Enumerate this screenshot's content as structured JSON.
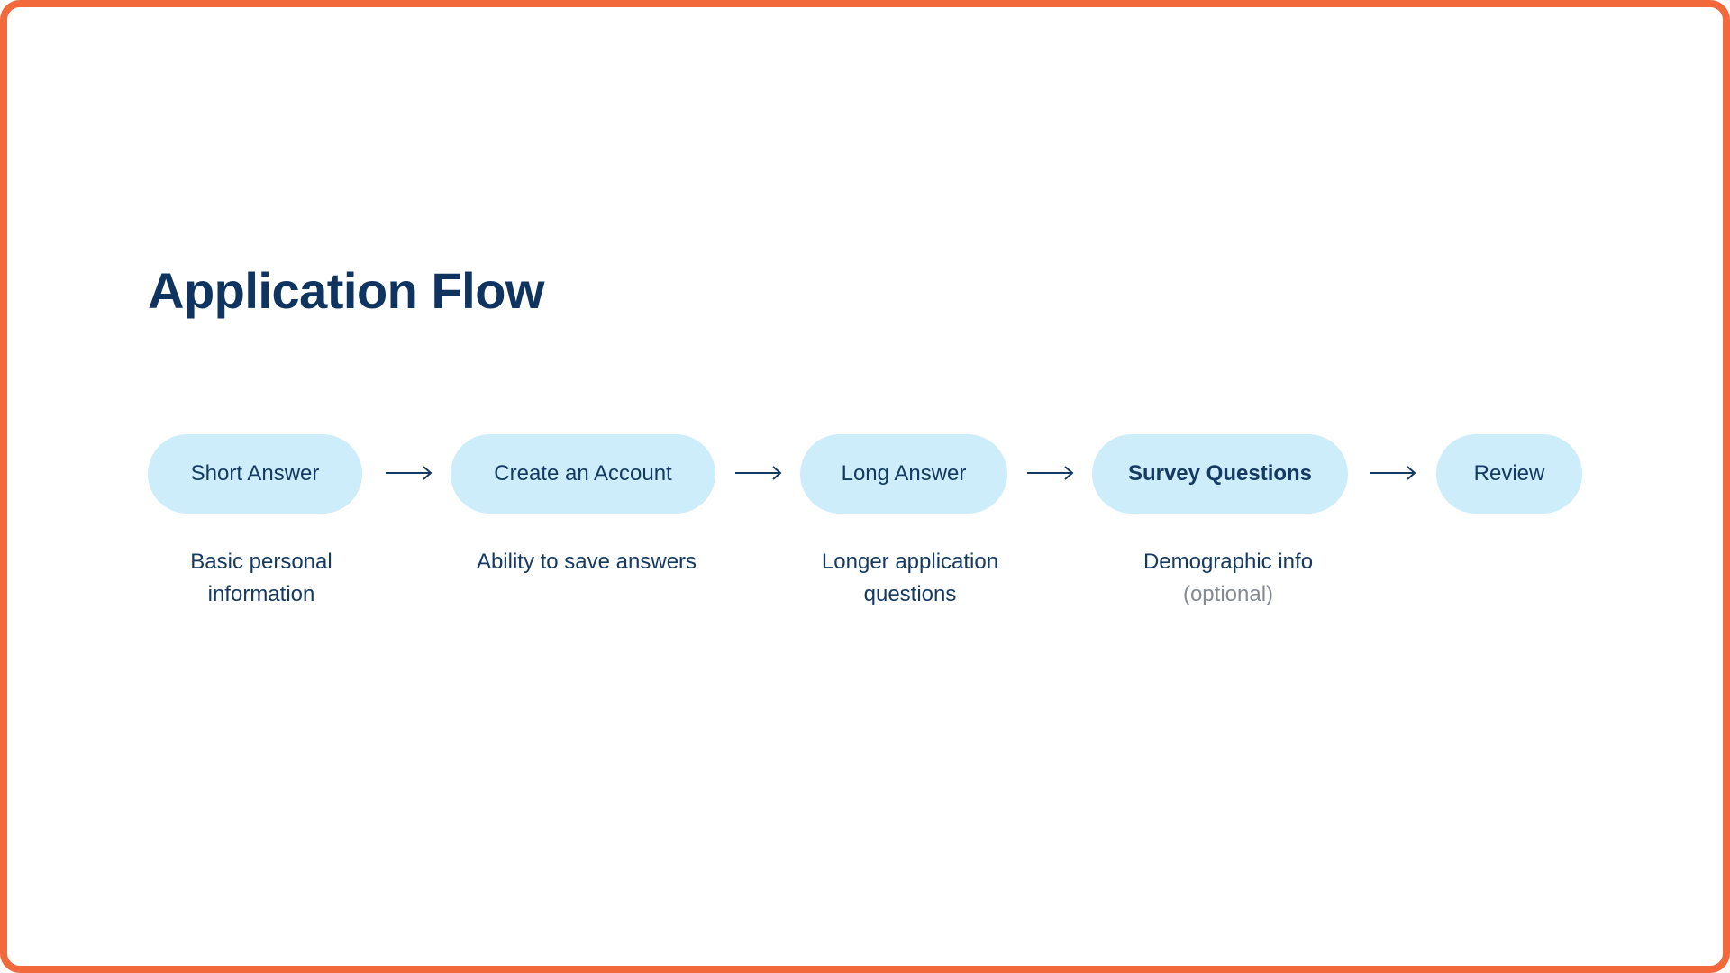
{
  "title": "Application Flow",
  "steps": [
    {
      "label": "Short Answer",
      "caption_line1": "Basic personal",
      "caption_line2": "information"
    },
    {
      "label": "Create an Account",
      "caption_line1": "Ability to save answers",
      "caption_line2": ""
    },
    {
      "label": "Long Answer",
      "caption_line1": "Longer application",
      "caption_line2": "questions"
    },
    {
      "label": "Survey Questions",
      "caption_line1": "Demographic info",
      "caption_line2": "(optional)"
    },
    {
      "label": "Review",
      "caption_line1": "",
      "caption_line2": ""
    }
  ],
  "colors": {
    "border": "#f26a3b",
    "pill_fill": "#cdedfb",
    "text_primary": "#0f3460",
    "text_muted": "#848a92"
  }
}
